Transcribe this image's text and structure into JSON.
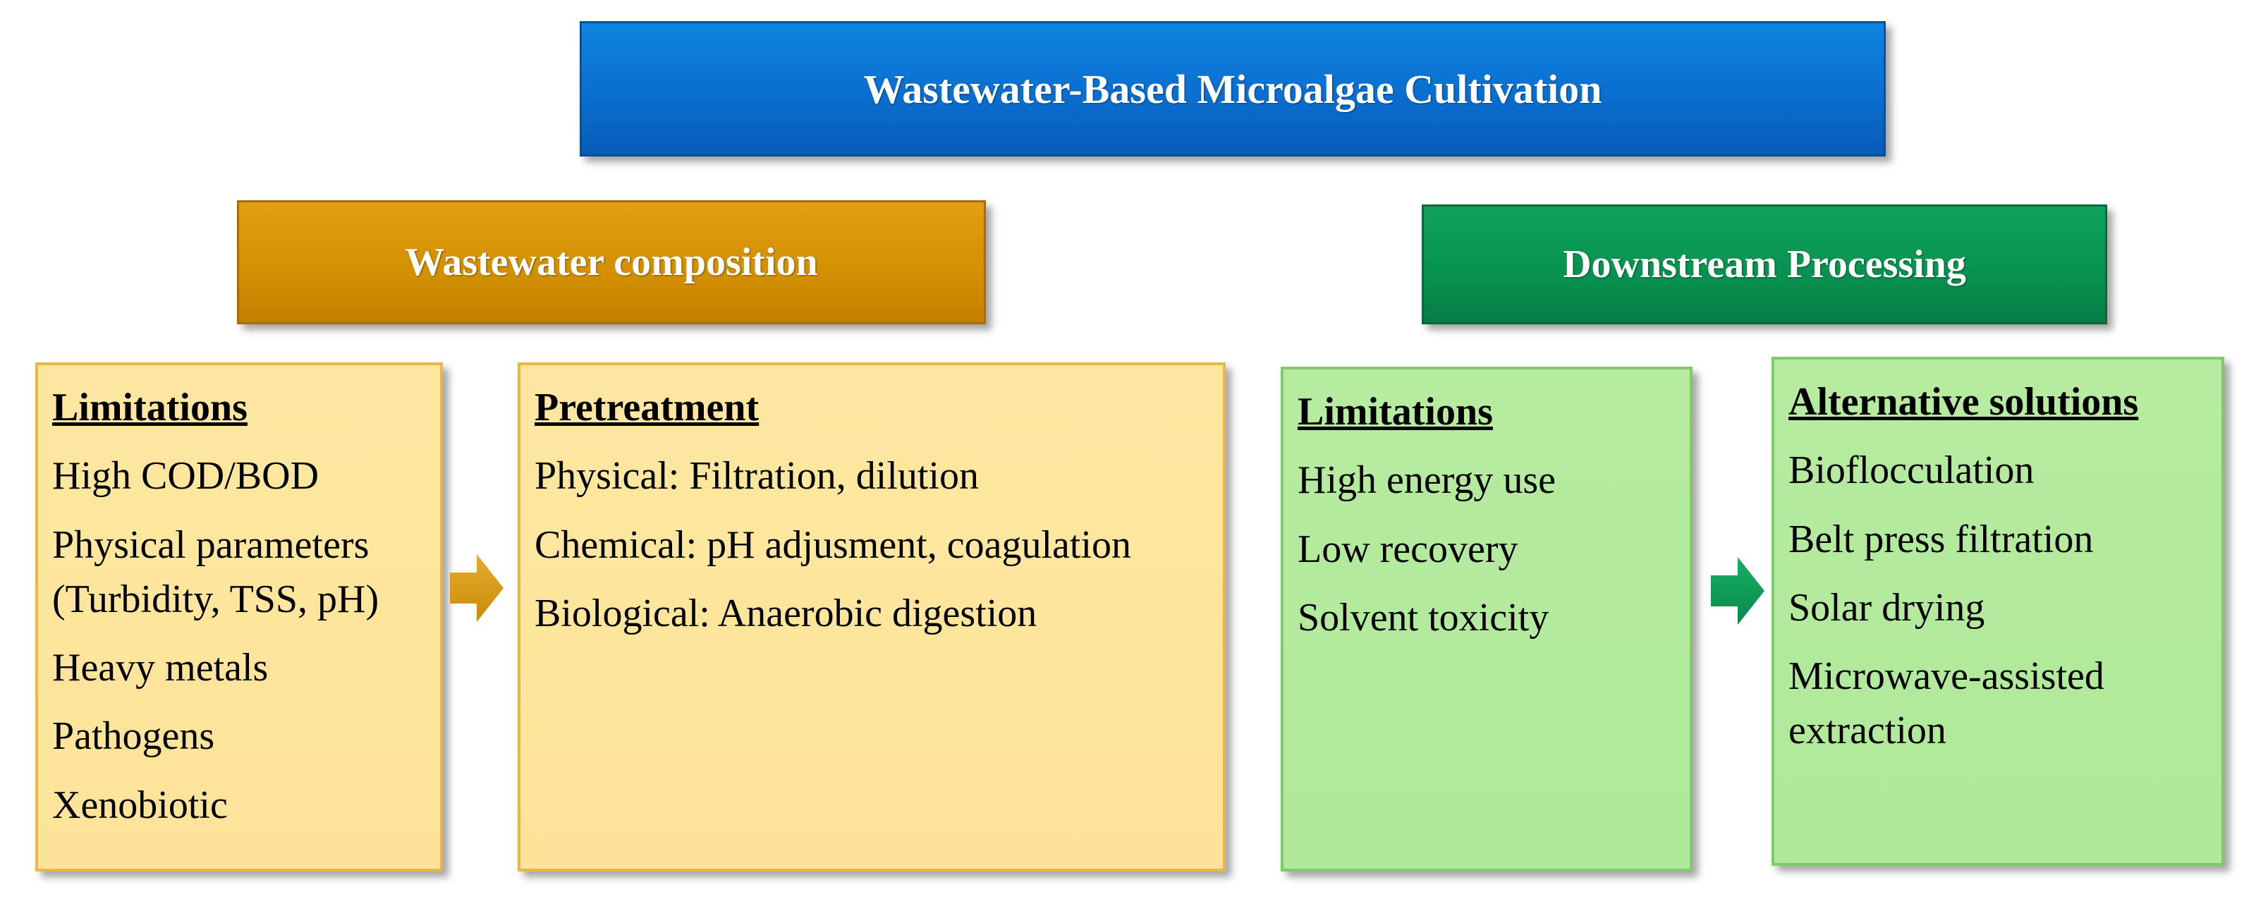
{
  "title": "Wastewater-Based Microalgae Cultivation",
  "wastewater_composition": {
    "title": "Wastewater composition",
    "limitations": {
      "heading": "Limitations",
      "items": [
        "High COD/BOD",
        "Physical parameters (Turbidity, TSS, pH)",
        "Heavy metals",
        "Pathogens",
        "Xenobiotic"
      ]
    },
    "pretreatment": {
      "heading": "Pretreatment",
      "items": [
        "Physical: Filtration, dilution",
        "Chemical: pH adjusment, coagulation",
        "Biological: Anaerobic digestion"
      ]
    }
  },
  "downstream_processing": {
    "title": "Downstream Processing",
    "limitations": {
      "heading": "Limitations",
      "items": [
        "High energy use",
        "Low recovery",
        "Solvent toxicity"
      ]
    },
    "alternatives": {
      "heading": "Alternative solutions",
      "items": [
        "Bioflocculation",
        "Belt press filtration",
        "Solar drying",
        "Microwave-assisted extraction"
      ]
    }
  },
  "colors": {
    "title_blue": "#0a6fd0",
    "wastewater_orange": "#d48f02",
    "downstream_green": "#089150",
    "yellow_box": "#fde399",
    "green_box": "#b0e99a",
    "arrow_orange": "#d49a1a",
    "arrow_green": "#0b9a55"
  }
}
